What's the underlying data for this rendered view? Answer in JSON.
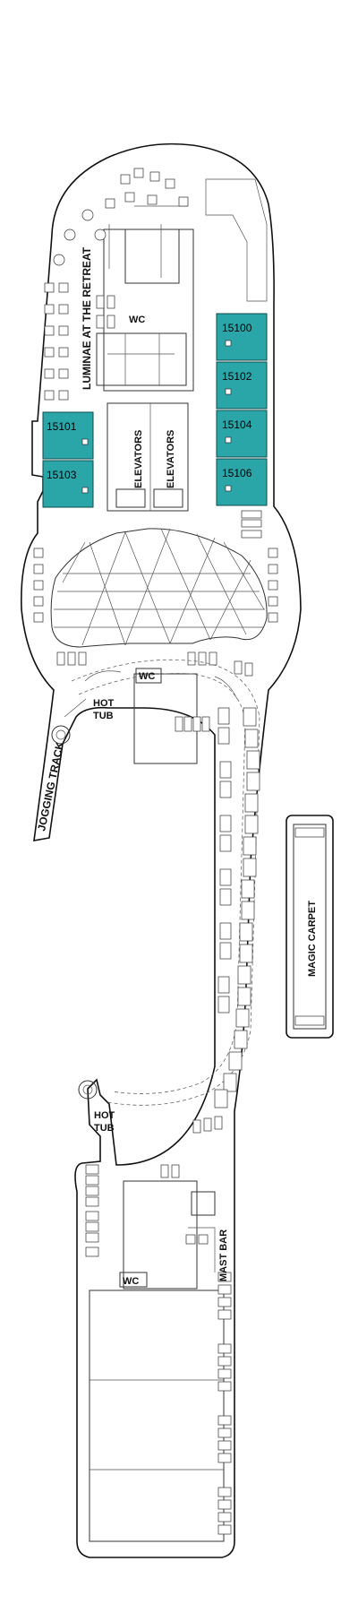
{
  "deck": {
    "cabins": [
      {
        "id": "15100",
        "side": "starboard"
      },
      {
        "id": "15102",
        "side": "starboard"
      },
      {
        "id": "15104",
        "side": "starboard"
      },
      {
        "id": "15106",
        "side": "starboard"
      },
      {
        "id": "15101",
        "side": "port"
      },
      {
        "id": "15103",
        "side": "port"
      }
    ],
    "labels": {
      "luminae": "LUMINAE AT THE RETREAT",
      "wc_top": "WC",
      "elevators_left": "ELEVATORS",
      "elevators_right": "ELEVATORS",
      "wc_mid": "WC",
      "hot_tub_fwd_1": "HOT",
      "hot_tub_fwd_2": "TUB",
      "jogging_track": "JOGGING TRACK",
      "magic_carpet": "MAGIC CARPET",
      "hot_tub_aft_1": "HOT",
      "hot_tub_aft_2": "TUB",
      "wc_aft": "WC",
      "mast_bar": "MAST BAR"
    },
    "colors": {
      "cabin_fill": "#2aa5a8",
      "hull_stroke": "#111111",
      "background": "#ffffff"
    }
  }
}
